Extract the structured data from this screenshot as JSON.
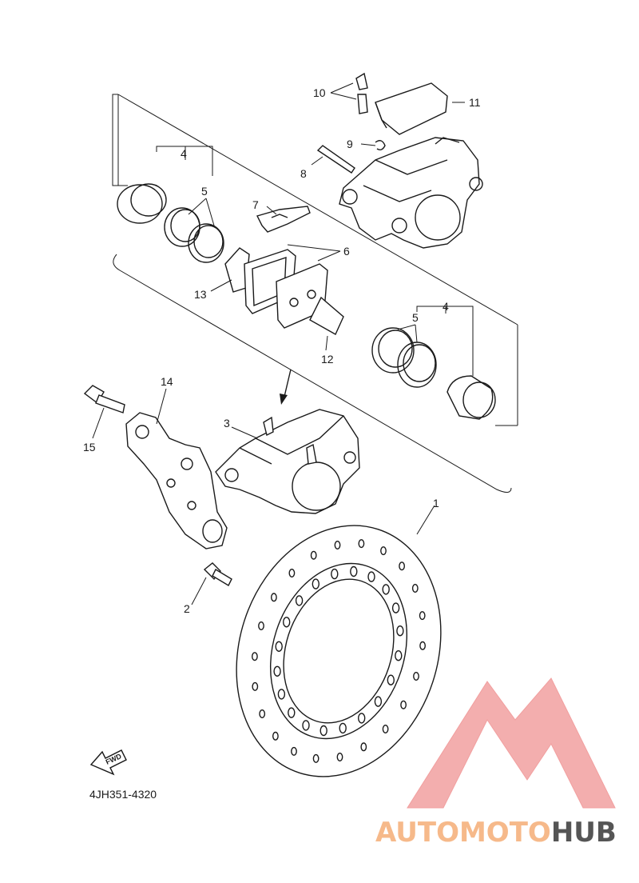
{
  "diagram": {
    "part_labels": {
      "rotor": "1",
      "rotor_bolt": "2",
      "caliper": "3",
      "piston_outer": "4",
      "piston_inner": "4",
      "seal_upper": "5",
      "seal_lower": "5",
      "pad_kit": "6",
      "pad_spring": "7",
      "pin_bolt": "8",
      "clip": "9",
      "bleed_screw": "10",
      "cover": "11",
      "shim_right": "12",
      "shim_left": "13",
      "bracket": "14",
      "bracket_bolt": "15"
    },
    "fwd_label": "FWD",
    "drawing_code": "4JH351-4320"
  },
  "watermark": {
    "text_part1": "AUTOMOTO",
    "text_part2": "HUB",
    "colors": {
      "light": "#f6b98a",
      "red": "#f08a8a",
      "dark": "#555555"
    }
  }
}
